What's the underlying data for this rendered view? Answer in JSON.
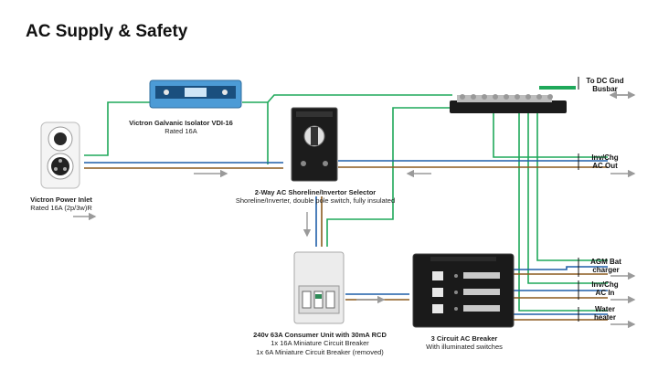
{
  "title": "AC Supply & Safety",
  "colors": {
    "live": "#8B5A1E",
    "neutral": "#1F5FA8",
    "earth": "#1FA85A",
    "arrow": "#9a9a9a"
  },
  "devices": {
    "inlet": {
      "name": "Victron Power Inlet",
      "detail": "Rated 16A (2p/3w)R"
    },
    "isolator": {
      "name": "Victron Galvanic Isolator VDI-16",
      "detail": "Rated 16A"
    },
    "selector": {
      "name": "2-Way AC Shoreline/Invertor Selector",
      "detail": "Shoreline/Inverter, double pole switch, fully insulated"
    },
    "consumer_unit": {
      "name": "240v 63A Consumer Unit with 30mA RCD",
      "detail1": "1x 16A Miniature Circuit Breaker",
      "detail2": "1x 6A Miniature Circuit Breaker (removed)"
    },
    "breaker": {
      "name": "3 Circuit AC Breaker",
      "detail": "With illuminated switches"
    }
  },
  "outputs": {
    "busbar": "To DC Gnd\nBusbar",
    "inv_out": "Inv/Chg\nAC Out",
    "agm": "AGM Bat\ncharger",
    "inv_in": "Inv/Chg\nAC In",
    "water": "Water\nheater"
  }
}
